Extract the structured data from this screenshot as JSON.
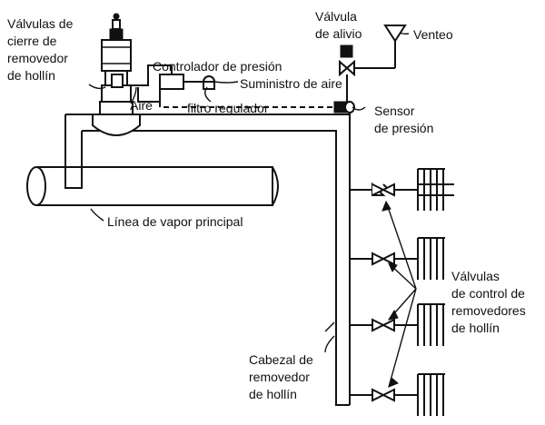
{
  "labels": {
    "shutoff_valves": [
      "Válvulas de",
      "cierre de",
      "removedor",
      "de hollín"
    ],
    "pressure_controller": "Controlador de presión",
    "air_supply": "Suministro de aire",
    "air": "Aire",
    "regulator_filter": "filtro regulador",
    "relief_valve": [
      "Válvula",
      "de alivio"
    ],
    "vent": "Venteo",
    "pressure_sensor": [
      "Sensor",
      "de presión"
    ],
    "main_steam_line": "Línea de vapor principal",
    "control_valves": [
      "Válvulas",
      "de control de",
      "removedores",
      "de hollín"
    ],
    "header": [
      "Cabezal de",
      "removedor",
      "de hollín"
    ]
  },
  "colors": {
    "line": "#111111",
    "background": "#ffffff"
  }
}
